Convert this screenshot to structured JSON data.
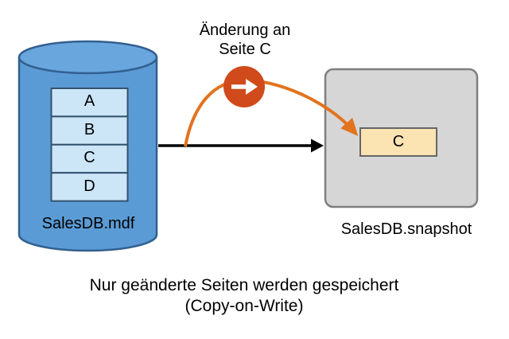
{
  "database": {
    "label": "SalesDB.mdf",
    "pages": [
      "A",
      "B",
      "C",
      "D"
    ]
  },
  "snapshot": {
    "label": "SalesDB.snapshot",
    "copied_page": "C"
  },
  "annotation": {
    "line1": "Änderung an",
    "line2": "Seite C"
  },
  "caption": {
    "line1": "Nur geänderte Seiten werden gespeichert",
    "line2": "(Copy-on-Write)"
  },
  "icons": {
    "change_badge": "right-arrow-in-circle"
  },
  "colors": {
    "cylinder_fill": "#5B9BD5",
    "cylinder_top_fill": "#69A6DD",
    "cylinder_stroke": "#326090",
    "page_fill": "#CCE5F7",
    "page_stroke": "#33536F",
    "snapshot_fill": "#D6D6D6",
    "snapshot_stroke": "#7F7F7F",
    "changed_page_fill": "#FBE3B2",
    "changed_page_stroke": "#666666",
    "badge_orange": "#D04A1B",
    "arrow_orange": "#E2731F",
    "arrow_black": "#000000",
    "text": "#000000"
  }
}
